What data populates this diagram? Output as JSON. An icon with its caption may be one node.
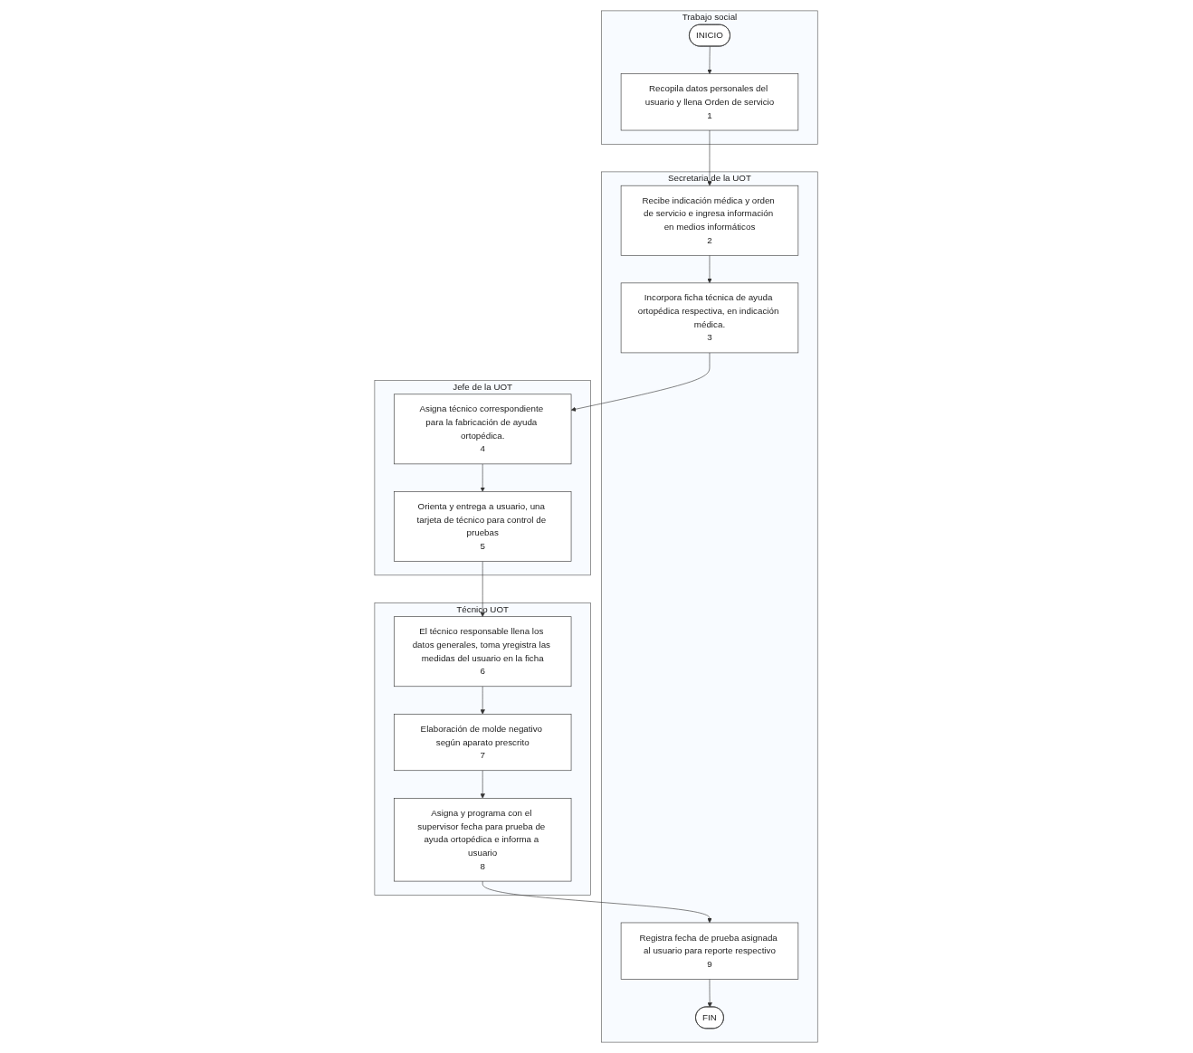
{
  "diagram": {
    "nodes": [
      {
        "text": [
          "Trabajo social"
        ]
      },
      {
        "text": [
          "Secretaria de la UOT"
        ]
      },
      {
        "text": [
          "Jefe de la UOT"
        ]
      },
      {
        "text": [
          "Técnico UOT"
        ]
      },
      {
        "text": [
          "INICIO"
        ],
        "in": 0
      },
      {
        "text": [
          "Recopila datos personales del usuario y llena Orden de servicio",
          "1"
        ],
        "in": 0
      },
      {
        "text": [
          "Recibe indicación médica y orden de servicio e ingresa información en medios informáticos",
          "2"
        ],
        "in": 1
      },
      {
        "text": [
          "Incorpora ficha técnica de ayuda ortopédica respectiva, en indicación médica.",
          "3"
        ],
        "in": 1
      },
      {
        "text": [
          "Asigna técnico correspondiente para la fabricación de ayuda ortopédica.",
          "4"
        ],
        "in": 2
      },
      {
        "text": [
          "Orienta y entrega a usuario, una tarjeta de técnico para control de pruebas",
          "5"
        ],
        "in": 2
      },
      {
        "text": [
          "El técnico responsable llena los datos generales, toma yregistra las medidas del usuario en la ficha",
          "6"
        ],
        "in": 3
      },
      {
        "text": [
          "Elaboración de molde negativo según aparato prescrito",
          "7"
        ],
        "in": 3
      },
      {
        "text": [
          "Asigna y programa con el supervisor fecha para prueba de ayuda ortopédica e informa a usuario",
          "8"
        ],
        "in": 3
      },
      {
        "text": [
          "Registra fecha de prueba asignada al usuario para reporte respectivo",
          "9"
        ],
        "in": 1
      },
      {
        "text": [
          "FIN"
        ],
        "in": 1
      }
    ],
    "edges": [
      {
        "from": 4,
        "to": 5,
        "arrow": "to"
      },
      {
        "from": 5,
        "to": 6,
        "arrow": "to"
      },
      {
        "from": 6,
        "to": 7,
        "arrow": "to"
      },
      {
        "from": 7,
        "to": 8,
        "arrow": "to"
      },
      {
        "from": 8,
        "to": 9,
        "arrow": "to"
      },
      {
        "from": 9,
        "to": 10,
        "arrow": "to"
      },
      {
        "from": 10,
        "to": 11,
        "arrow": "to"
      },
      {
        "from": 11,
        "to": 12,
        "arrow": "to"
      },
      {
        "from": 12,
        "to": 13,
        "arrow": "to"
      },
      {
        "from": 13,
        "to": 14,
        "arrow": "to"
      }
    ]
  }
}
